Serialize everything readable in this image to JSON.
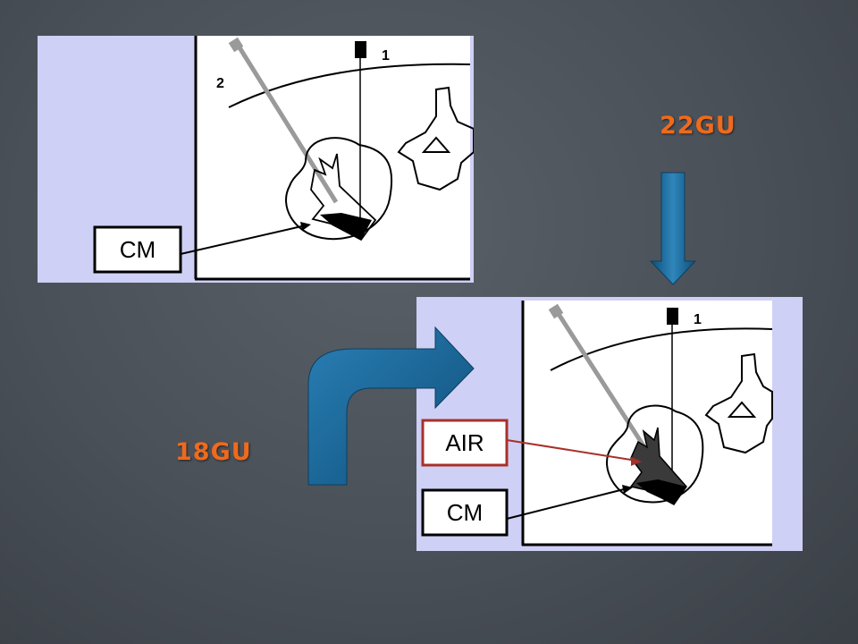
{
  "labels": {
    "top_right": "22GU",
    "bottom_left": "18GU"
  },
  "diagram_top": {
    "needle_1_label": "1",
    "needle_2_label": "2",
    "callout_cm": "CM"
  },
  "diagram_bottom": {
    "needle_1_label": "1",
    "callout_air": "AIR",
    "callout_cm": "CM"
  },
  "colors": {
    "panel_bg": "#cfd0f5",
    "label_orange": "#ee6a1c",
    "arrow_blue": "#1d6fa0",
    "air_box_red": "#a8302a"
  }
}
